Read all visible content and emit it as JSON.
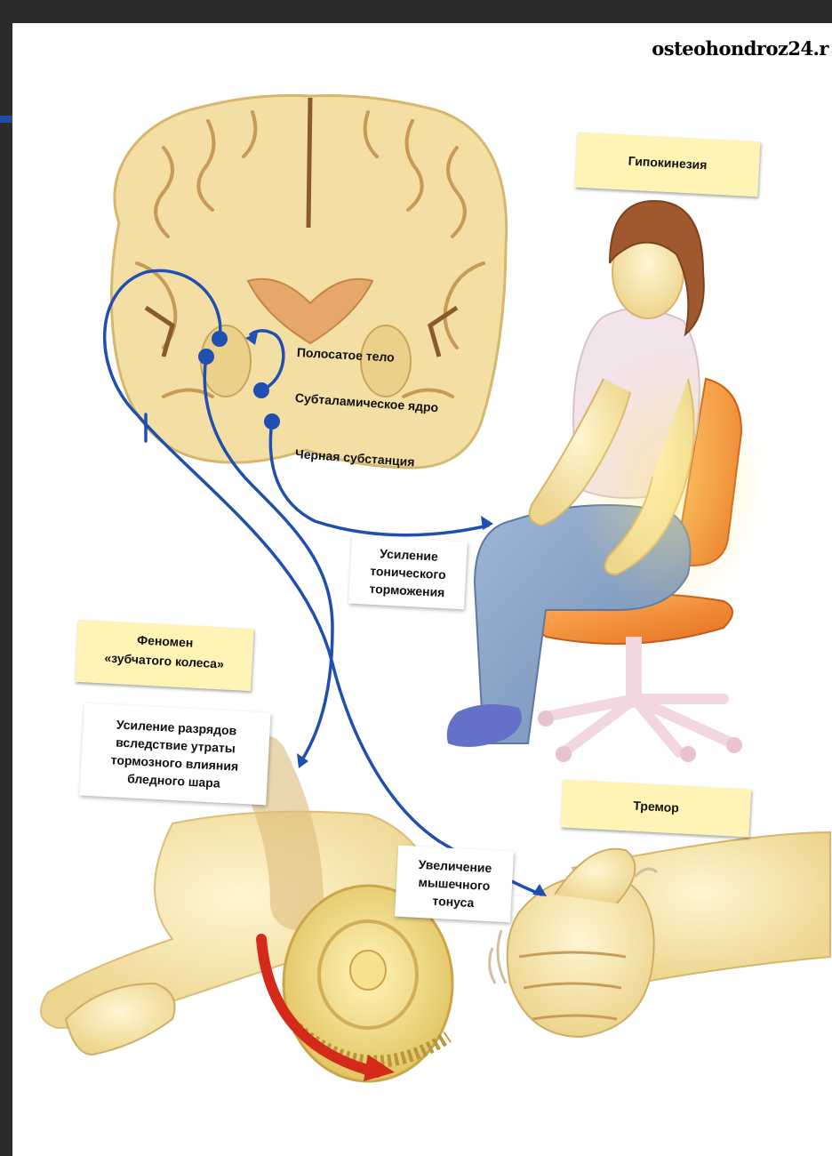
{
  "watermark": "osteohondroz24.r",
  "brain_labels": {
    "striatum": "Полосатое тело",
    "subthalamic": "Субталамическое ядро",
    "substantia_nigra": "Черная субстанция"
  },
  "plates": {
    "hypokinesia": "Гипокинезия",
    "cogwheel_line1": "Феномен",
    "cogwheel_line2": "«зубчатого колеса»",
    "tremor": "Тремор"
  },
  "captions": {
    "tonic_1": "Усиление",
    "tonic_2": "тонического",
    "tonic_3": "торможения",
    "discharge_1": "Усиление разрядов",
    "discharge_2": "вследствие утраты",
    "discharge_3": "тормозного влияния",
    "discharge_4": "бледного шара",
    "tone_1": "Увеличение",
    "tone_2": "мышечного",
    "tone_3": "тонуса"
  },
  "colors": {
    "pathway": "#1f4fb0",
    "label_plate": "#fdf4b5",
    "brain_tissue": "#f3dfa4",
    "rotation_arrow": "#d42a1a"
  }
}
